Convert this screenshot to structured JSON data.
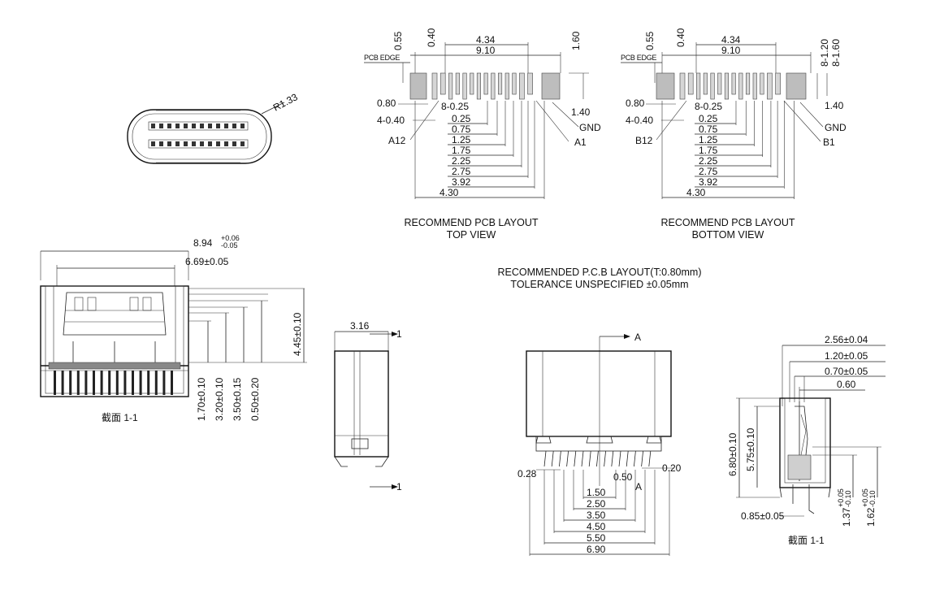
{
  "plug_outline": {
    "radius_label": "R1.33"
  },
  "pcb_top": {
    "pcb_edge": "PCB EDGE",
    "v_labels": [
      "0.55",
      "0.40",
      "1.60"
    ],
    "top_dims": [
      "4.34",
      "9.10"
    ],
    "left_labels": [
      "0.80",
      "4-0.40"
    ],
    "mid_labels": [
      "8-0.25"
    ],
    "right_labels": [
      "1.40",
      "GND"
    ],
    "pin_left": "A12",
    "pin_right": "A1",
    "stack_dims": [
      "0.25",
      "0.75",
      "1.25",
      "1.75",
      "2.25",
      "2.75",
      "3.92",
      "4.30"
    ],
    "caption_1": "RECOMMEND PCB LAYOUT",
    "caption_2": "TOP VIEW"
  },
  "pcb_bottom": {
    "pcb_edge": "PCB EDGE",
    "v_labels": [
      "0.55",
      "0.40",
      "8-1.20",
      "8-1.60"
    ],
    "top_dims": [
      "4.34",
      "9.10"
    ],
    "left_labels": [
      "0.80",
      "4-0.40"
    ],
    "mid_labels": [
      "8-0.25"
    ],
    "right_labels": [
      "1.40",
      "GND"
    ],
    "pin_left": "B12",
    "pin_right": "B1",
    "stack_dims": [
      "0.25",
      "0.75",
      "1.25",
      "1.75",
      "2.25",
      "2.75",
      "3.92",
      "4.30"
    ],
    "caption_1": "RECOMMEND PCB LAYOUT",
    "caption_2": "BOTTOM VIEW"
  },
  "notes": {
    "line_1": "RECOMMENDED P.C.B LAYOUT(T:0.80mm)",
    "line_2": "TOLERANCE UNSPECIFIED ±0.05mm"
  },
  "section_front": {
    "width_main": "8.94",
    "width_tol_upper": "+0.06",
    "width_tol_lower": "-0.05",
    "inner_width": "6.69±0.05",
    "height_total": "4.45±0.10",
    "v_dims": [
      "1.70±0.10",
      "3.20±0.10",
      "3.50±0.15",
      "0.50±0.20"
    ],
    "caption": "截面 1-1"
  },
  "side_view": {
    "width_label": "3.16",
    "section_mark": "1"
  },
  "front_view": {
    "section_mark": "A",
    "left_small": "0.28",
    "mid_small": "0.50",
    "right_small": "0.20",
    "stack_dims": [
      "1.50",
      "2.50",
      "3.50",
      "4.50",
      "5.50",
      "6.90"
    ]
  },
  "section_side": {
    "top_dims": [
      "2.56±0.04",
      "1.20±0.05",
      "0.70±0.05",
      "0.60"
    ],
    "height_total": "6.80±0.10",
    "height_inner": "5.75±0.10",
    "bottom_dim": "0.85±0.05",
    "right_dim_1_main": "1.37",
    "right_dim_1_upper": "+0.05",
    "right_dim_1_lower": "-0.10",
    "right_dim_2_main": "1.62",
    "right_dim_2_upper": "+0.05",
    "right_dim_2_lower": "-0.10",
    "caption": "截面 1-1"
  }
}
